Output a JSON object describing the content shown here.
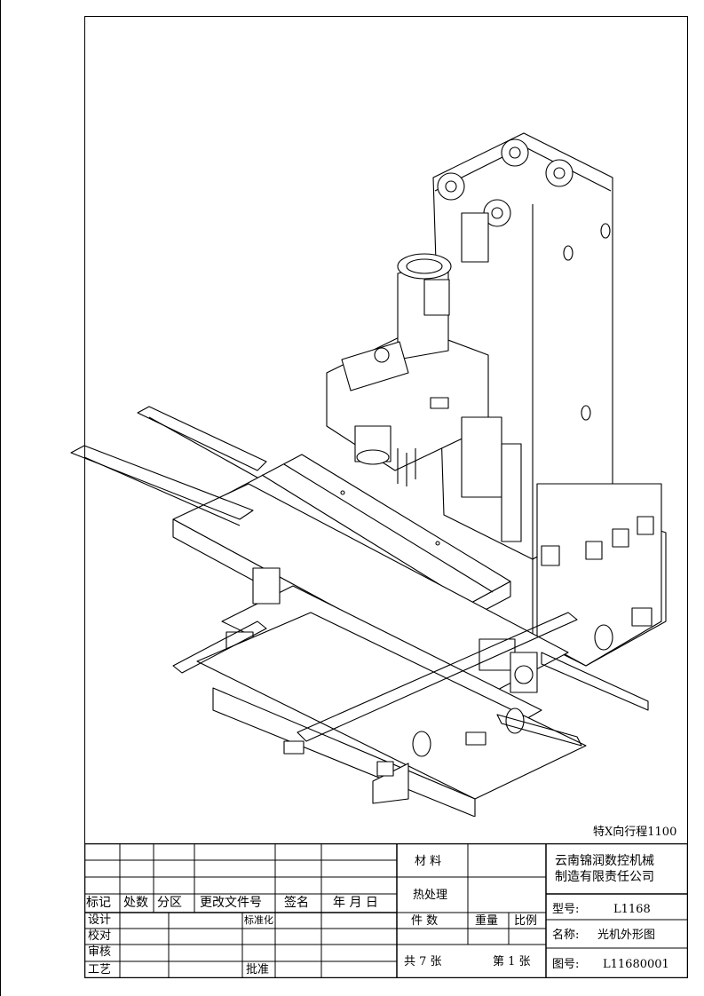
{
  "note": "特X向行程1100",
  "title_block": {
    "revision_headers": [
      "标记",
      "处数",
      "分区",
      "更改文件号",
      "签名",
      "年 月 日"
    ],
    "sign_rows": [
      "设计",
      "校对",
      "审核",
      "工艺"
    ],
    "standardization": "标准化",
    "approval": "批准",
    "material": "材 料",
    "heat_treatment": "热处理",
    "quantity": "件 数",
    "weight": "重量",
    "scale": "比例",
    "sheets_total": "共 7 张",
    "sheet_number": "第 1 张",
    "company_line1": "云南锦润数控机械",
    "company_line2": "制造有限责任公司",
    "model_label": "型号:",
    "model_value": "L1168",
    "name_label": "名称:",
    "name_value": "光机外形图",
    "drawing_no_label": "图号:",
    "drawing_no_value": "L11680001"
  }
}
